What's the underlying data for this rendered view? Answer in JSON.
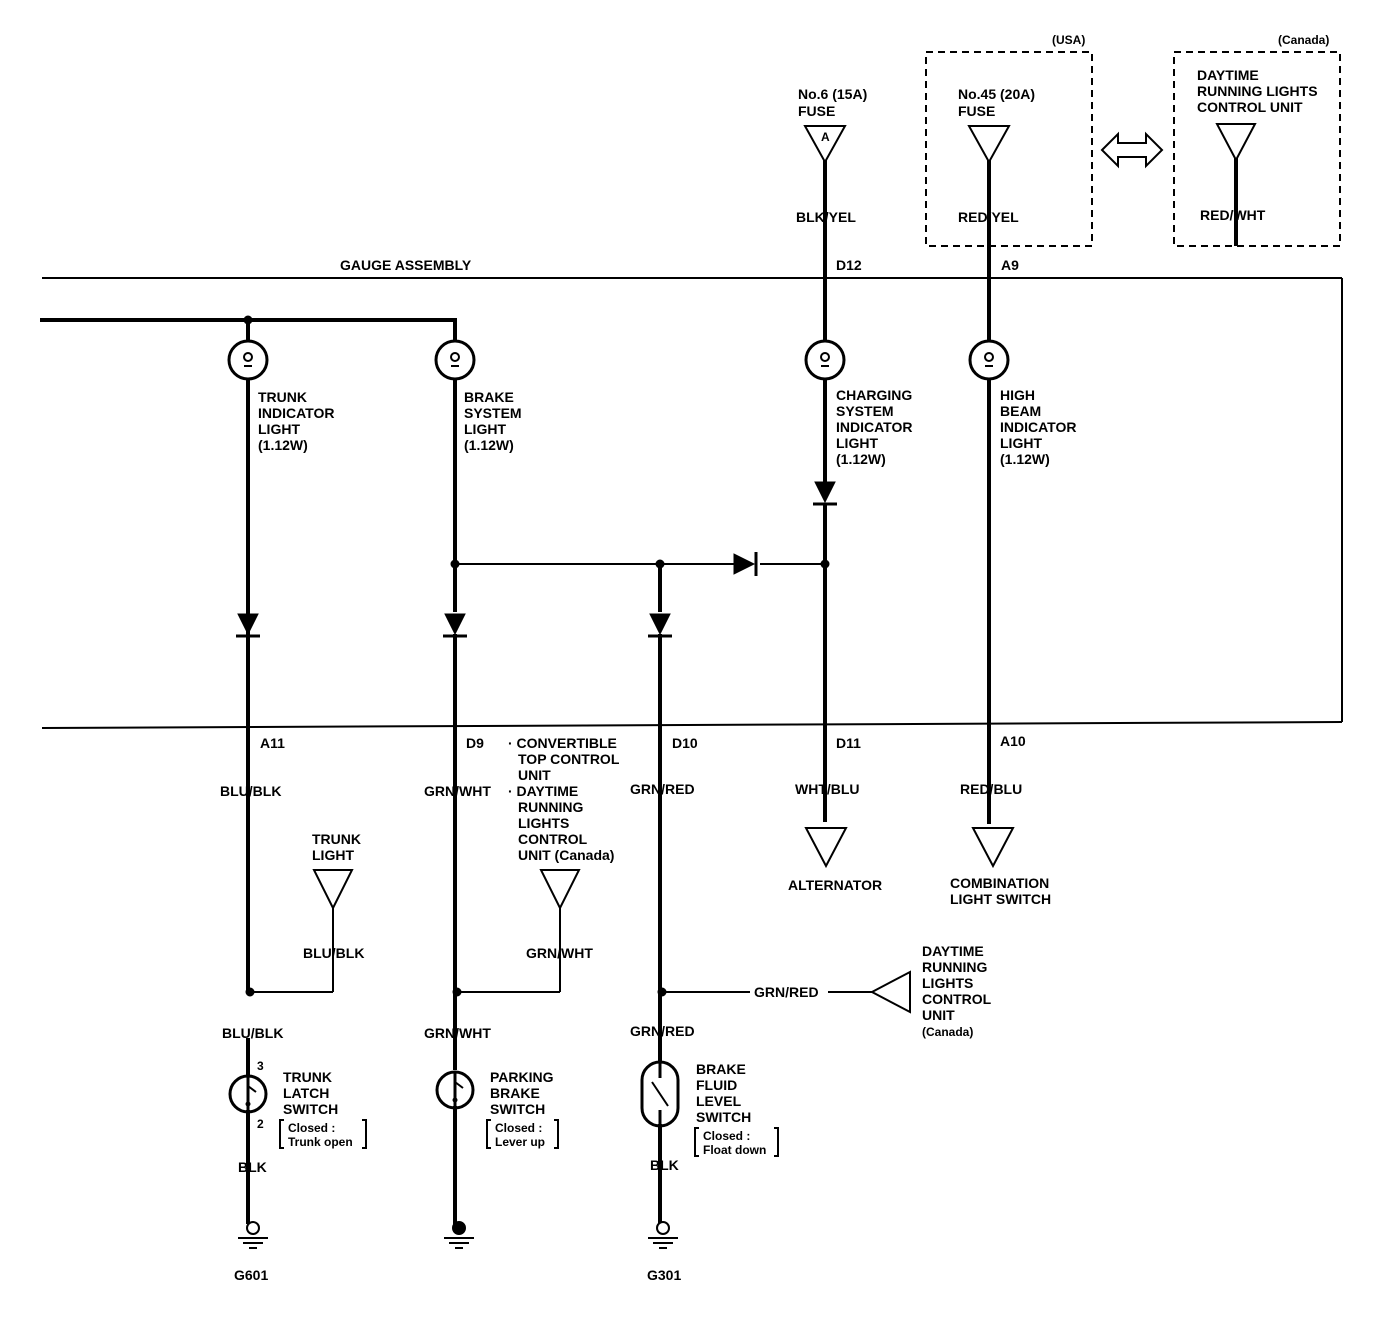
{
  "regions": {
    "usa": "(USA)",
    "canada": "(Canada)",
    "gauge_assembly": "GAUGE ASSEMBLY"
  },
  "sources": {
    "fuse6": [
      "No.6 (15A)",
      "FUSE"
    ],
    "fuse6_pin": "A",
    "fuse6_wire": "BLK/YEL",
    "fuse45": [
      "No.45 (20A)",
      "FUSE"
    ],
    "fuse45_wire": "RED/YEL",
    "drl_unit": [
      "DAYTIME",
      "RUNNING LIGHTS",
      "CONTROL UNIT"
    ],
    "drl_wire": "RED/WHT"
  },
  "connectors": {
    "d12": "D12",
    "a9": "A9",
    "a11": "A11",
    "d9": "D9",
    "d10": "D10",
    "d11": "D11",
    "a10": "A10"
  },
  "lights": {
    "trunk": [
      "TRUNK",
      "INDICATOR",
      "LIGHT",
      "(1.12W)"
    ],
    "brake": [
      "BRAKE",
      "SYSTEM",
      "LIGHT",
      "(1.12W)"
    ],
    "charging": [
      "CHARGING",
      "SYSTEM",
      "INDICATOR",
      "LIGHT",
      "(1.12W)"
    ],
    "highbeam": [
      "HIGH",
      "BEAM",
      "INDICATOR",
      "LIGHT",
      "(1.12W)"
    ]
  },
  "wires": {
    "a11": "BLU/BLK",
    "d9": "GRN/WHT",
    "d10": "GRN/RED",
    "d11": "WHT/BLU",
    "a10": "RED/BLU",
    "trunk_light": "BLU/BLK",
    "convertible": "GRN/WHT",
    "trunk_switch": "BLU/BLK",
    "parking_switch": "GRN/WHT",
    "fluid_switch": "GRN/RED",
    "drl_branch": "GRN/RED",
    "trunk_ground": "BLK",
    "fluid_ground": "BLK"
  },
  "destinations": {
    "convertible_list": [
      "· CONVERTIBLE",
      "TOP CONTROL",
      "UNIT",
      "· DAYTIME",
      "RUNNING",
      "LIGHTS",
      "CONTROL",
      "UNIT (Canada)"
    ],
    "trunk_light": [
      "TRUNK",
      "LIGHT"
    ],
    "alternator": "ALTERNATOR",
    "combination": [
      "COMBINATION",
      "LIGHT SWITCH"
    ],
    "drl_canada": [
      "DAYTIME",
      "RUNNING",
      "LIGHTS",
      "CONTROL",
      "UNIT",
      "(Canada)"
    ]
  },
  "switches": {
    "trunk_latch": [
      "TRUNK",
      "LATCH",
      "SWITCH"
    ],
    "trunk_latch_note": [
      "Closed :",
      "Trunk open"
    ],
    "trunk_pin_top": "3",
    "trunk_pin_bottom": "2",
    "parking_brake": [
      "PARKING",
      "BRAKE",
      "SWITCH"
    ],
    "parking_brake_note": [
      "Closed :",
      "Lever up"
    ],
    "brake_fluid": [
      "BRAKE",
      "FLUID",
      "LEVEL",
      "SWITCH"
    ],
    "brake_fluid_note": [
      "Closed :",
      "Float down"
    ]
  },
  "grounds": {
    "g601": "G601",
    "g301": "G301"
  }
}
